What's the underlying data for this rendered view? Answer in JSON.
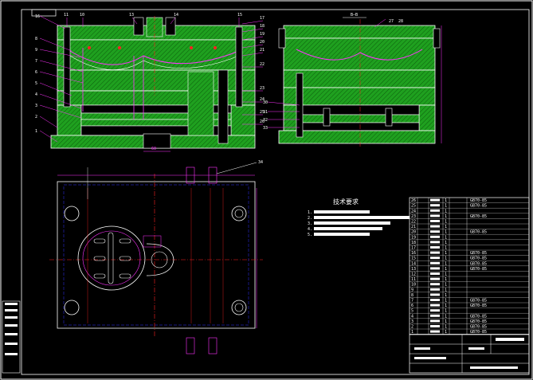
{
  "drawing": {
    "top_left_box": "",
    "section_title": "B—B",
    "tech_title": "技术要求",
    "tech_notes": [
      "1.",
      "2.",
      "3.",
      "4.",
      "5."
    ]
  },
  "colors": {
    "background": "#000000",
    "plate_green": "#1fa01f",
    "outline_white": "#ffffff",
    "dimension_magenta": "#ff33ff",
    "center_red": "#ff2020",
    "hidden_blue": "#3030ff"
  },
  "callouts_left": [
    "16",
    "8",
    "9",
    "7",
    "6",
    "5",
    "4",
    "3",
    "2",
    "1"
  ],
  "callouts_top": [
    "11",
    "10",
    "13",
    "14",
    "15"
  ],
  "callouts_right": [
    "17",
    "18",
    "19",
    "20",
    "21",
    "22",
    "23",
    "24",
    "25",
    "26"
  ],
  "callouts_mid": [
    "30",
    "31",
    "32",
    "33"
  ],
  "callout_plan": "34",
  "section_callouts": [
    "27",
    "28"
  ],
  "bom_rows": [
    {
      "no": "26",
      "qty": "1",
      "spec": "GB70-85"
    },
    {
      "no": "25",
      "qty": "1",
      "spec": "GB70-85"
    },
    {
      "no": "24",
      "qty": "1",
      "spec": ""
    },
    {
      "no": "23",
      "qty": "1",
      "spec": "GB70-85"
    },
    {
      "no": "22",
      "qty": "1",
      "spec": ""
    },
    {
      "no": "21",
      "qty": "1",
      "spec": ""
    },
    {
      "no": "20",
      "qty": "1",
      "spec": "GB70-85"
    },
    {
      "no": "19",
      "qty": "1",
      "spec": ""
    },
    {
      "no": "18",
      "qty": "1",
      "spec": ""
    },
    {
      "no": "17",
      "qty": "1",
      "spec": ""
    },
    {
      "no": "16",
      "qty": "1",
      "spec": "GB70-85"
    },
    {
      "no": "15",
      "qty": "1",
      "spec": "GB70-85"
    },
    {
      "no": "14",
      "qty": "1",
      "spec": "GB70-85"
    },
    {
      "no": "13",
      "qty": "1",
      "spec": "GB70-85"
    },
    {
      "no": "12",
      "qty": "1",
      "spec": ""
    },
    {
      "no": "11",
      "qty": "1",
      "spec": ""
    },
    {
      "no": "10",
      "qty": "1",
      "spec": ""
    },
    {
      "no": "9",
      "qty": "1",
      "spec": ""
    },
    {
      "no": "8",
      "qty": "1",
      "spec": ""
    },
    {
      "no": "7",
      "qty": "1",
      "spec": "GB70-85"
    },
    {
      "no": "6",
      "qty": "1",
      "spec": "GB70-85"
    },
    {
      "no": "5",
      "qty": "1",
      "spec": ""
    },
    {
      "no": "4",
      "qty": "1",
      "spec": "GB70-85"
    },
    {
      "no": "3",
      "qty": "1",
      "spec": "GB70-85"
    },
    {
      "no": "2",
      "qty": "1",
      "spec": "GB70-85"
    },
    {
      "no": "1",
      "qty": "1",
      "spec": "GB70-85"
    }
  ]
}
